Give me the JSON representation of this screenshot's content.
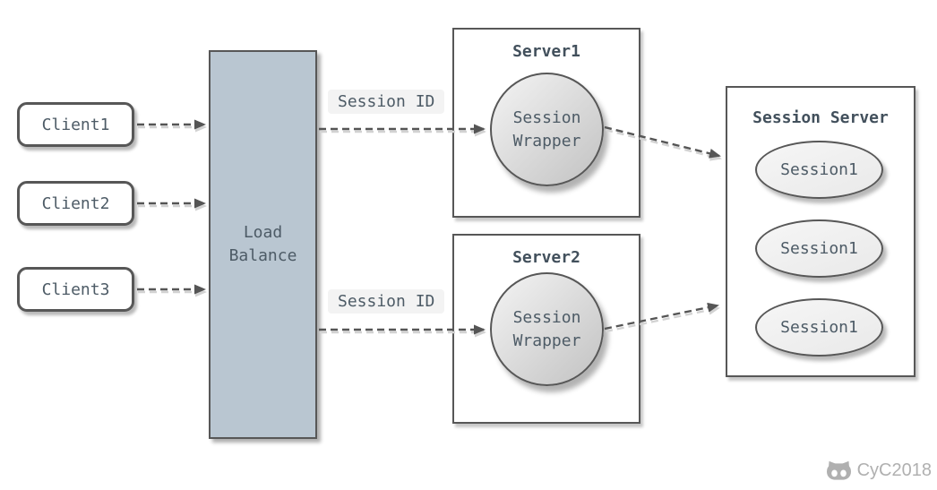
{
  "diagram": {
    "clients": [
      {
        "label": "Client1"
      },
      {
        "label": "Client2"
      },
      {
        "label": "Client3"
      }
    ],
    "load_balancer": {
      "label": "Load Balance"
    },
    "session_id_labels": [
      "Session ID",
      "Session ID"
    ],
    "servers": [
      {
        "title": "Server1",
        "node_label": "Session Wrapper"
      },
      {
        "title": "Server2",
        "node_label": "Session Wrapper"
      }
    ],
    "session_server": {
      "title": "Session Server",
      "sessions": [
        "Session1",
        "Session1",
        "Session1"
      ]
    },
    "connections": [
      {
        "from": "Client1",
        "to": "Load Balance",
        "style": "dashed-arrow"
      },
      {
        "from": "Client2",
        "to": "Load Balance",
        "style": "dashed-arrow"
      },
      {
        "from": "Client3",
        "to": "Load Balance",
        "style": "dashed-arrow"
      },
      {
        "from": "Load Balance",
        "to": "Server1 Session Wrapper",
        "label": "Session ID",
        "style": "dashed-arrow"
      },
      {
        "from": "Load Balance",
        "to": "Server2 Session Wrapper",
        "label": "Session ID",
        "style": "dashed-arrow"
      },
      {
        "from": "Server1 Session Wrapper",
        "to": "Session Server",
        "style": "dashed-arrow"
      },
      {
        "from": "Server2 Session Wrapper",
        "to": "Session Server",
        "style": "dashed-arrow"
      }
    ],
    "watermark": {
      "text": "CyC2018",
      "icon": "cat-logo-icon"
    },
    "colors": {
      "border_color": "#575757",
      "text_color": "#4d5b66",
      "title_color": "#42505c",
      "lb_fill": "#b9c6d1",
      "node_grad_light": "#f4f4f4",
      "node_grad_dark": "#c2c2c2",
      "ellipse_fill_light": "#f6f6f6",
      "ellipse_fill_dark": "#e9e9e9",
      "label_bg": "#f3f3f3",
      "arrow_color": "#555555",
      "watermark_color": "#b0b0b0"
    }
  }
}
